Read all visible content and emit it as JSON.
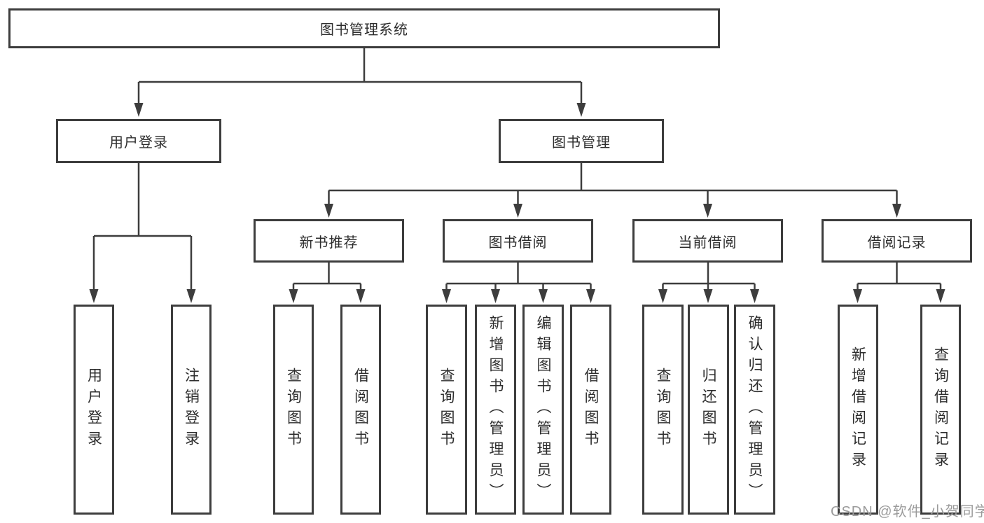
{
  "tree": {
    "root": "图书管理系统",
    "level2": [
      {
        "label": "用户登录",
        "leaves": [
          "用户登录",
          "注销登录"
        ]
      },
      {
        "label": "图书管理",
        "groups": [
          {
            "label": "新书推荐",
            "leaves": [
              "查询图书",
              "借阅图书"
            ]
          },
          {
            "label": "图书借阅",
            "leaves": [
              "查询图书",
              "新增图书（管理员）",
              "编辑图书（管理员）",
              "借阅图书"
            ]
          },
          {
            "label": "当前借阅",
            "leaves": [
              "查询图书",
              "归还图书",
              "确认归还（管理员）"
            ]
          },
          {
            "label": "借阅记录",
            "leaves": [
              "新增借阅记录",
              "查询借阅记录"
            ]
          }
        ]
      }
    ]
  },
  "watermark": "CSDN @软件_小贺同学",
  "colors": {
    "line": "#3d3d3d",
    "text": "#2d2d2d",
    "watermark": "#9b9b9b",
    "background": "#ffffff"
  }
}
